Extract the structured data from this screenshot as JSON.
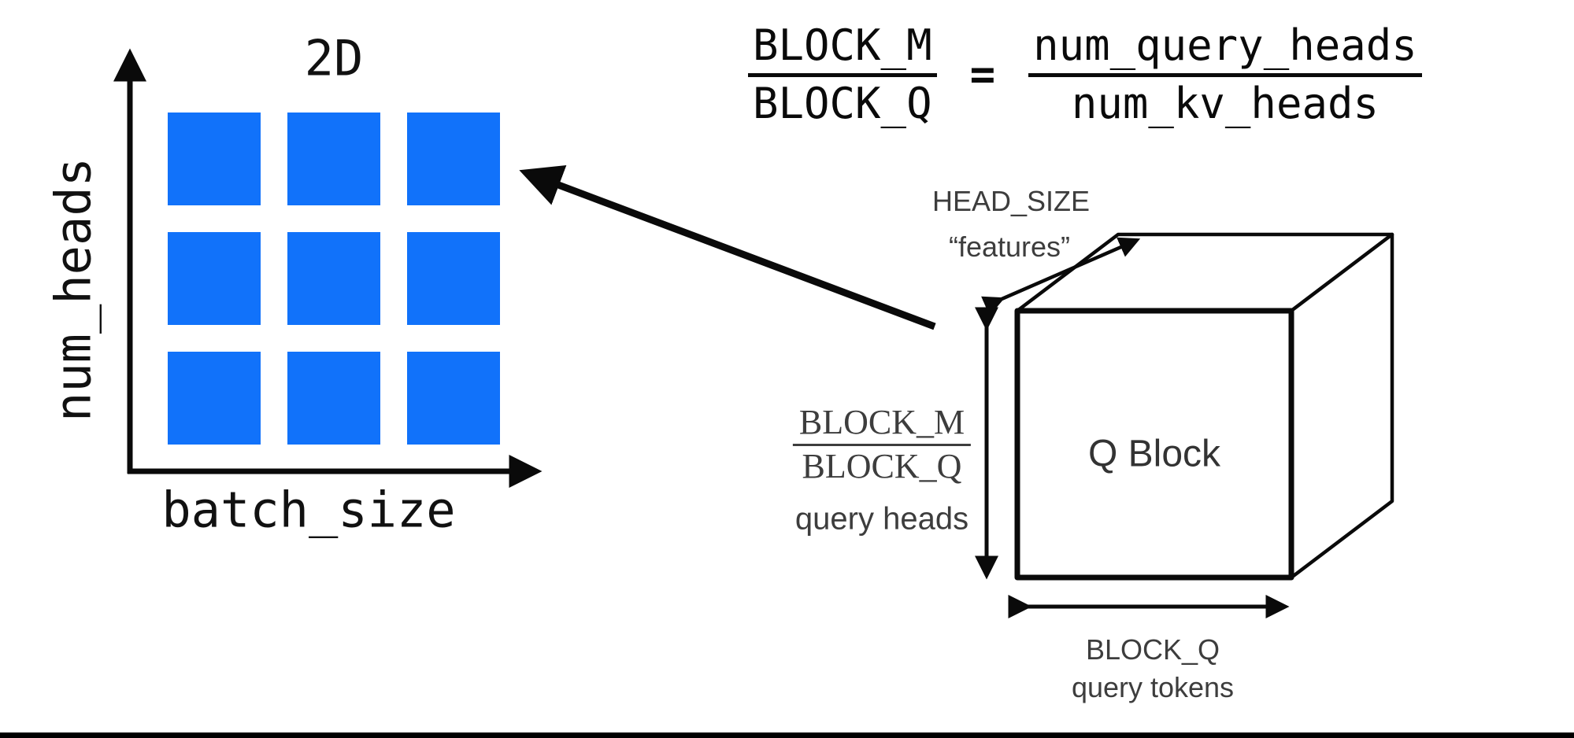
{
  "grid_plot": {
    "title": "2D",
    "y_axis_label": "num_heads",
    "x_axis_label": "batch_size",
    "rows": 3,
    "cols": 3,
    "square_color": "#1172FA"
  },
  "formula": {
    "lhs_numerator": "BLOCK_M",
    "lhs_denominator": "BLOCK_Q",
    "equals": "=",
    "rhs_numerator": "num_query_heads",
    "rhs_denominator": "num_kv_heads"
  },
  "cube": {
    "face_label": "Q Block",
    "depth_edge_line1": "HEAD_SIZE",
    "depth_edge_line2": "“features”",
    "height_edge_numerator": "BLOCK_M",
    "height_edge_denominator": "BLOCK_Q",
    "height_edge_caption": "query heads",
    "width_edge_line1": "BLOCK_Q",
    "width_edge_line2": "query tokens"
  },
  "colors": {
    "square_blue": "#1172FA",
    "line_black": "#0a0a0a",
    "annotation_gray": "#3d3d3d"
  }
}
